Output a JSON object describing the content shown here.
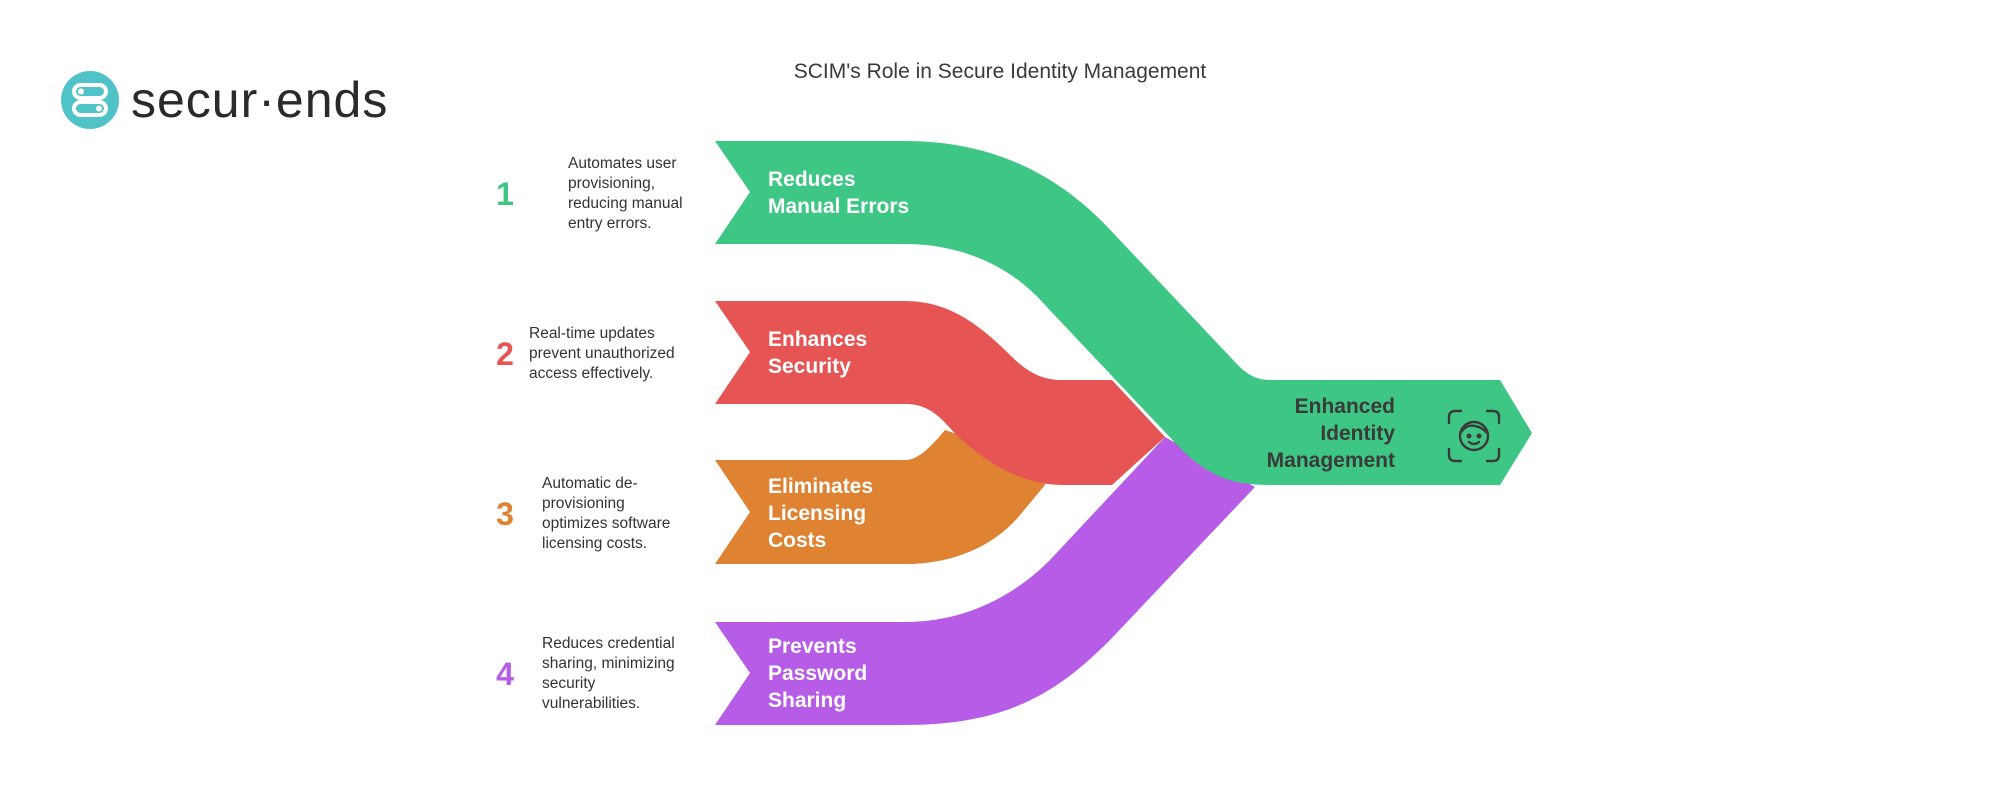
{
  "brand": {
    "name": "secur·ends",
    "accent_color": "#4fc3c7"
  },
  "title": "SCIM's Role in Secure Identity Management",
  "items": [
    {
      "number": "1",
      "label": "Reduces Manual Errors",
      "label_lines": [
        "Reduces",
        "Manual Errors"
      ],
      "description": "Automates user provisioning, reducing manual entry errors.",
      "description_lines": [
        "Automates user",
        "provisioning,",
        "reducing manual",
        "entry errors."
      ],
      "color": "#3ec684"
    },
    {
      "number": "2",
      "label": "Enhances Security",
      "label_lines": [
        "Enhances",
        "Security"
      ],
      "description": "Real-time updates prevent unauthorized access effectively.",
      "description_lines": [
        "Real-time updates",
        "prevent unauthorized",
        "access effectively."
      ],
      "color": "#e65553"
    },
    {
      "number": "3",
      "label": "Eliminates Licensing Costs",
      "label_lines": [
        "Eliminates",
        "Licensing",
        "Costs"
      ],
      "description": "Automatic de-provisioning optimizes software licensing costs.",
      "description_lines": [
        "Automatic de-",
        "provisioning",
        "optimizes software",
        "licensing costs."
      ],
      "color": "#df8231"
    },
    {
      "number": "4",
      "label": "Prevents Password Sharing",
      "label_lines": [
        "Prevents",
        "Password",
        "Sharing"
      ],
      "description": "Reduces credential sharing, minimizing security vulnerabilities.",
      "description_lines": [
        "Reduces credential",
        "sharing, minimizing",
        "security",
        "vulnerabilities."
      ],
      "color": "#b65ce6"
    }
  ],
  "outcome": {
    "label": "Enhanced Identity Management",
    "label_lines": [
      "Enhanced",
      "Identity",
      "Management"
    ],
    "icon": "face-scan-icon",
    "color": "#3ec684"
  }
}
